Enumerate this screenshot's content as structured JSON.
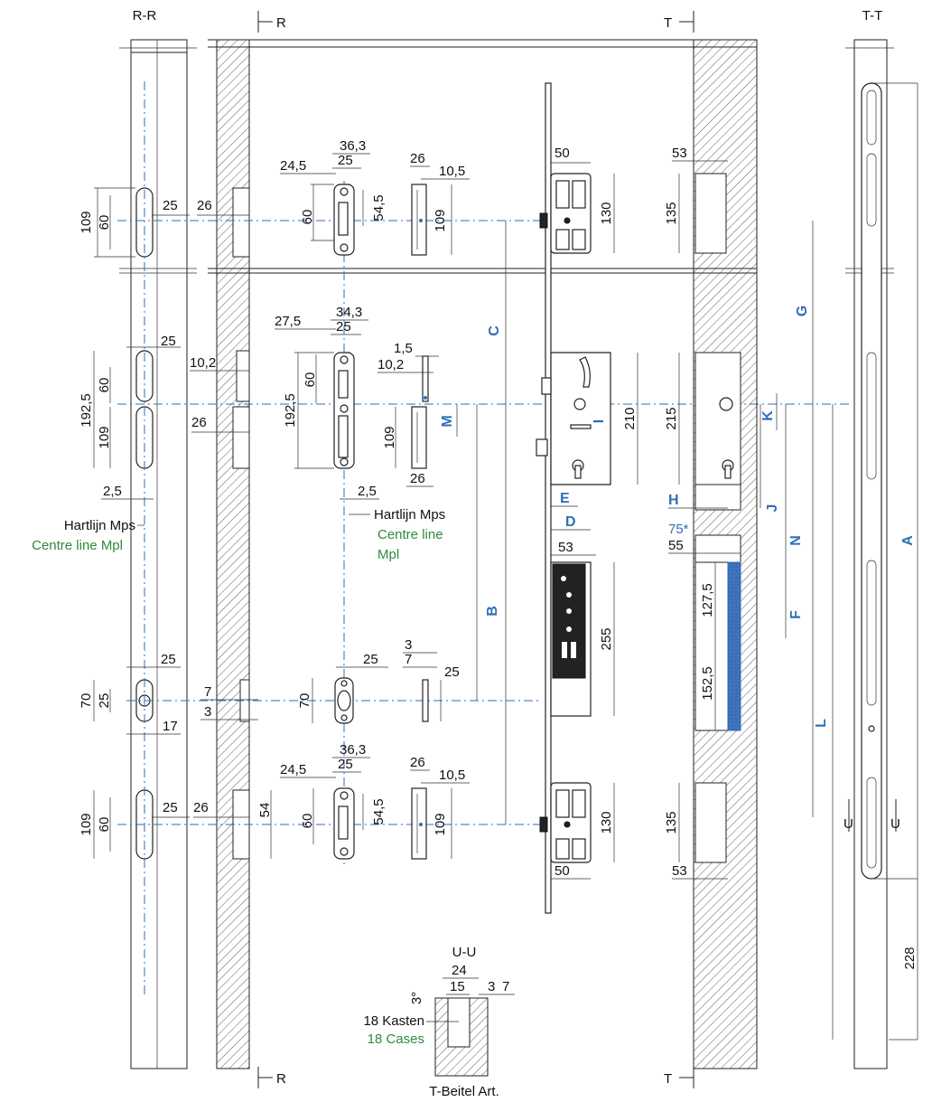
{
  "sections": {
    "rr": "R-R",
    "tt": "T-T",
    "uu": "U-U",
    "r_mark": "R",
    "t_mark": "T",
    "u_mark": "U"
  },
  "dims_left_profile": {
    "d109a": "109",
    "d60a": "60",
    "d25a": "25",
    "d25b": "25",
    "d1925": "192,5",
    "d60b": "60",
    "d109b": "109",
    "d25_slot": "2,5",
    "d70": "70",
    "d25c": "25",
    "d25d": "25",
    "d17": "17",
    "d109c": "109",
    "d60c": "60",
    "d25e": "25"
  },
  "dims_frame": {
    "d26a": "26",
    "d102": "10,2",
    "d26b": "26",
    "d7": "7",
    "d3": "3",
    "d26c": "26",
    "d54": "54"
  },
  "dims_strikes": {
    "top_w": "36,3",
    "top_25": "25",
    "top_245": "24,5",
    "top_60": "60",
    "top_545": "54,5",
    "top_side_26": "26",
    "top_side_105": "10,5",
    "top_side_109": "109",
    "mid_343": "34,3",
    "mid_25": "25",
    "mid_275": "27,5",
    "mid_60": "60",
    "mid_1925": "192,5",
    "mid_15": "1,5",
    "mid_102": "10,2",
    "mid_109": "109",
    "mid_26": "26",
    "mid_25b": "2,5",
    "low_25": "25",
    "low_70": "70",
    "low_3": "3",
    "low_7": "7",
    "low_25b": "25",
    "bot_w": "36,3",
    "bot_25": "25",
    "bot_245": "24,5",
    "bot_60": "60",
    "bot_545": "54,5",
    "bot_side_26": "26",
    "bot_side_105": "10,5",
    "bot_side_109": "109"
  },
  "dims_lock": {
    "top_50": "50",
    "top_130": "130",
    "case_210": "210",
    "plate_53": "53",
    "plate_255": "255",
    "bot_130": "130",
    "bot_50": "50"
  },
  "dims_door": {
    "d53a": "53",
    "d135a": "135",
    "d215": "215",
    "d75": "75*",
    "d55": "55",
    "d1275": "127,5",
    "d1525": "152,5",
    "d135b": "135",
    "d53b": "53",
    "d228": "228"
  },
  "letters": {
    "A": "A",
    "B": "B",
    "C": "C",
    "D": "D",
    "E": "E",
    "F": "F",
    "G": "G",
    "H": "H",
    "I": "I",
    "J": "J",
    "K": "K",
    "L": "L",
    "M": "M",
    "N": "N"
  },
  "notes": {
    "hartlijn_1": "Hartlijn Mps",
    "centre_1": "Centre line Mpl",
    "hartlijn_2": "Hartlijn Mps",
    "centre_2a": "Centre line",
    "centre_2b": "Mpl",
    "kasten": "18 Kasten",
    "cases": "18 Cases",
    "beitel": "T-Beitel Art.",
    "uu_24": "24",
    "uu_15": "15",
    "uu_3": "3",
    "uu_7": "7",
    "uu_3deg": "3°"
  },
  "colors": {
    "accent_blue": "#2f6fb5",
    "green": "#2e8b3c",
    "seal_blue": "#3a6fb8"
  }
}
